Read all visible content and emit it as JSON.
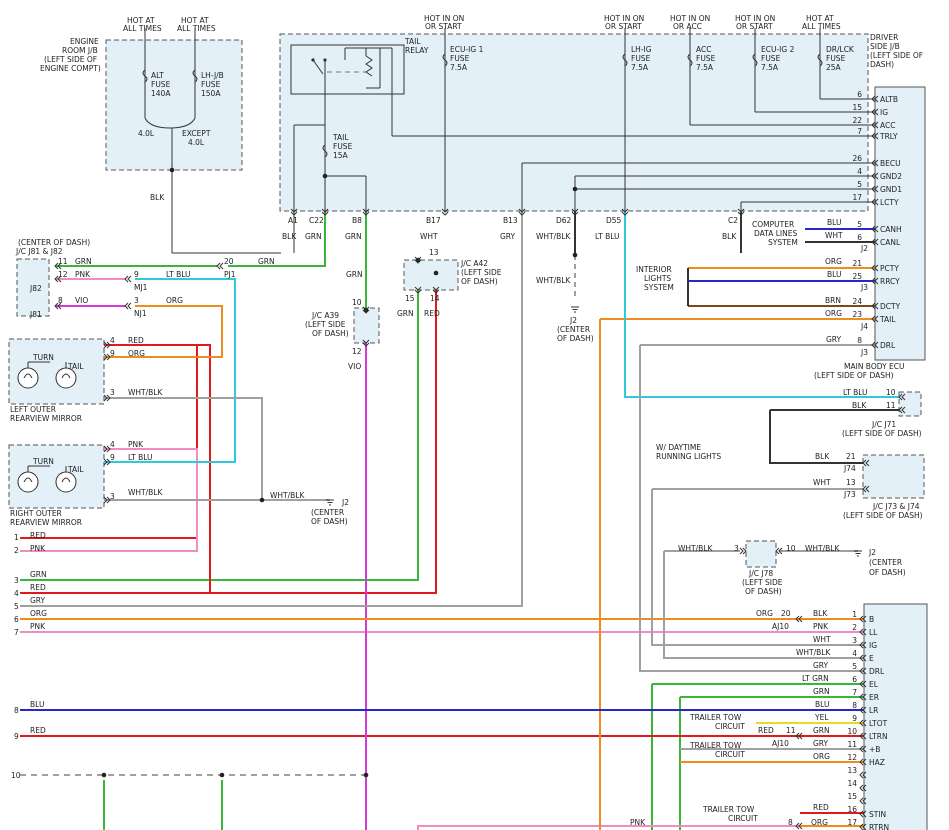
{
  "colors": {
    "green": "#3cb43c",
    "red": "#e01a1a",
    "pink": "#f08cc0",
    "violet": "#d23cd2",
    "orange": "#f08c1e",
    "cyan": "#32c8dc",
    "blue": "#2828c8",
    "gray": "#a0a0a0",
    "brown": "#7a4a1a",
    "yellow": "#e6dc28",
    "black": "#333333",
    "box": "#e3f0f8"
  },
  "top": {
    "hot_at_all_times_1": "HOT AT",
    "hot_at_all_times_1b": "ALL TIMES",
    "hot_at_all_times_2": "HOT AT",
    "hot_at_all_times_2b": "ALL TIMES",
    "hot_in_on_start_1": "HOT IN ON",
    "hot_in_on_start_1b": "OR START",
    "hot_in_on_start_2": "HOT IN ON",
    "hot_in_on_start_2b": "OR START",
    "hot_in_on_acc": "HOT IN ON",
    "hot_in_on_accb": "OR ACC",
    "hot_in_on_start_3": "HOT IN ON",
    "hot_in_on_start_3b": "OR START",
    "hot_at_all_times_3": "HOT AT",
    "hot_at_all_times_3b": "ALL TIMES"
  },
  "engine_jb": {
    "title": [
      "ENGINE",
      "ROOM J/B",
      "(LEFT SIDE OF",
      "ENGINE COMPT)"
    ],
    "alt_fuse": [
      "ALT",
      "FUSE",
      "140A"
    ],
    "lhjb_fuse": [
      "LH-J/B",
      "FUSE",
      "150A"
    ],
    "l40": "4.0L",
    "except": [
      "EXCEPT",
      "4.0L"
    ]
  },
  "driver_jb": {
    "title": [
      "DRIVER",
      "SIDE J/B",
      "(LEFT SIDE OF",
      "DASH)"
    ],
    "tail_relay": [
      "TAIL",
      "RELAY"
    ],
    "ecuig1": [
      "ECU-IG 1",
      "FUSE",
      "7.5A"
    ],
    "tail_fuse": [
      "TAIL",
      "FUSE",
      "15A"
    ],
    "lhig": [
      "LH-IG",
      "FUSE",
      "7.5A"
    ],
    "acc": [
      "ACC",
      "FUSE",
      "7.5A"
    ],
    "ecuig2": [
      "ECU-IG 2",
      "FUSE",
      "7.5A"
    ],
    "drlck": [
      "DR/LCK",
      "FUSE",
      "25A"
    ],
    "pins": [
      "A1",
      "C22",
      "B8",
      "B17",
      "B13",
      "D62",
      "D55",
      "C2"
    ]
  },
  "ecu": {
    "title": [
      "MAIN BODY ECU",
      "(LEFT SIDE OF DASH)"
    ],
    "pins": [
      {
        "n": "6",
        "l": "ALTB"
      },
      {
        "n": "15",
        "l": "IG"
      },
      {
        "n": "22",
        "l": "ACC"
      },
      {
        "n": "7",
        "l": "TRLY"
      },
      {
        "n": "26",
        "l": "BECU"
      },
      {
        "n": "4",
        "l": "GND2"
      },
      {
        "n": "5",
        "l": "GND1"
      },
      {
        "n": "17",
        "l": "LCTY"
      },
      {
        "n": "5",
        "l": "CANH"
      },
      {
        "n": "6",
        "l": "CANL"
      },
      {
        "n": "21",
        "l": "PCTY"
      },
      {
        "n": "25",
        "l": "RRCY"
      },
      {
        "n": "24",
        "l": "DCTY"
      },
      {
        "n": "23",
        "l": "TAIL"
      },
      {
        "n": "8",
        "l": "DRL"
      }
    ],
    "connectors": [
      "J2",
      "J3",
      "J4",
      "J3"
    ],
    "wires": [
      "BLU",
      "WHT",
      "ORG",
      "BLU",
      "BRN",
      "ORG",
      "GRY"
    ],
    "cdl": [
      "COMPUTER",
      "DATA LINES",
      "SYSTEM"
    ],
    "ils": [
      "INTERIOR",
      "LIGHTS",
      "SYSTEM"
    ]
  },
  "wire_labels": {
    "blk": "BLK",
    "grn": "GRN",
    "wht": "WHT",
    "gry": "GRY",
    "whtblk": "WHT/BLK",
    "ltblu": "LT BLU",
    "red": "RED",
    "vio": "VIO",
    "pnk": "PNK",
    "org": "ORG",
    "blu": "BLU",
    "ltgrn": "LT GRN",
    "yel": "YEL",
    "brn": "BRN"
  },
  "jc": {
    "j81": [
      "(CENTER OF DASH)",
      "J/C J81 & J82"
    ],
    "j82": "J82",
    "j81b": "J81",
    "pj1": "PJ1",
    "mj1": "MJ1",
    "nj1": "NJ1",
    "a42": [
      "J/C A42",
      "(LEFT SIDE",
      "OF DASH)"
    ],
    "a39": [
      "J/C A39",
      "(LEFT SIDE",
      "OF DASH)"
    ],
    "j2": "J2",
    "center": [
      "(CENTER",
      "OF DASH)"
    ],
    "j71": [
      "J/C J71",
      "(LEFT SIDE OF DASH)"
    ],
    "j74": "J74",
    "j73": "J73",
    "j7374": [
      "J/C J73 & J74",
      "(LEFT SIDE OF DASH)"
    ],
    "j78": [
      "J/C J78",
      "(LEFT SIDE",
      "OF DASH)"
    ],
    "drl_note": [
      "W/ DAYTIME",
      "RUNNING LIGHTS"
    ]
  },
  "mirror": {
    "turn": "TURN",
    "tail": "TAIL",
    "left": [
      "LEFT OUTER",
      "REARVIEW MIRROR"
    ],
    "right": [
      "RIGHT OUTER",
      "REARVIEW MIRROR"
    ]
  },
  "relay": {
    "pins": [
      {
        "n": "1",
        "l": "B"
      },
      {
        "n": "2",
        "l": "LL"
      },
      {
        "n": "3",
        "l": "IG"
      },
      {
        "n": "4",
        "l": "E"
      },
      {
        "n": "5",
        "l": "DRL"
      },
      {
        "n": "6",
        "l": "EL"
      },
      {
        "n": "7",
        "l": "ER"
      },
      {
        "n": "8",
        "l": "LR"
      },
      {
        "n": "9",
        "l": "LTOT"
      },
      {
        "n": "10",
        "l": "LTRN"
      },
      {
        "n": "11",
        "l": "+B"
      },
      {
        "n": "12",
        "l": "HAZ"
      },
      {
        "n": "13",
        "l": ""
      },
      {
        "n": "14",
        "l": ""
      },
      {
        "n": "15",
        "l": ""
      },
      {
        "n": "16",
        "l": "STIN"
      },
      {
        "n": "17",
        "l": "RTRN"
      }
    ],
    "aj10": "AJ10",
    "trailer": [
      "TRAILER TOW",
      "CIRCUIT"
    ]
  },
  "left_numbers": [
    "1",
    "2",
    "3",
    "4",
    "5",
    "6",
    "7",
    "8",
    "9",
    "10"
  ],
  "pin_numbers": {
    "n11": "11",
    "n12": "12",
    "n8": "8",
    "n9": "9",
    "n3": "3",
    "n20": "20",
    "n4": "4",
    "n13": "13",
    "n15": "15",
    "n14": "14",
    "n10": "10",
    "n21": "21",
    "n16": "16",
    "n17": "17"
  }
}
